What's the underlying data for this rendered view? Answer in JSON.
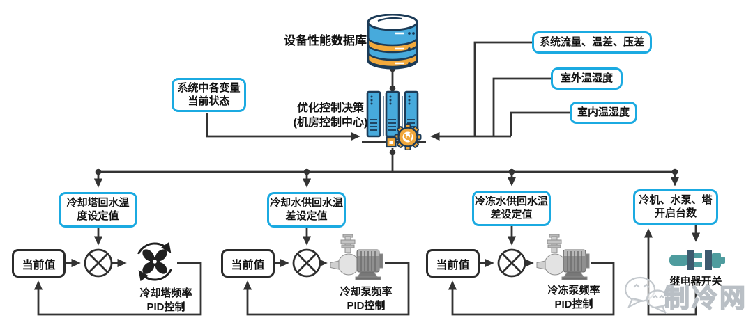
{
  "diagram": {
    "database": {
      "label": "设备性能数据库"
    },
    "control_center": {
      "line1": "优化控制决策",
      "line2": "(机房控制中心)"
    },
    "left_input": {
      "line1": "系统中各变量",
      "line2": "当前状态"
    },
    "right_inputs": [
      {
        "label": "系统流量、温差、压差"
      },
      {
        "label": "室外温湿度"
      },
      {
        "label": "室内温湿度"
      }
    ],
    "branches": [
      {
        "setpoint1": "冷却塔回水温",
        "setpoint2": "度设定值",
        "current": "当前值",
        "actuator": "fan",
        "control1": "冷却塔频率",
        "control2": "PID控制"
      },
      {
        "setpoint1": "冷却水供回水温",
        "setpoint2": "差设定值",
        "current": "当前值",
        "actuator": "pump",
        "control1": "冷却泵频率",
        "control2": "PID控制"
      },
      {
        "setpoint1": "冷冻水供回水温",
        "setpoint2": "差设定值",
        "current": "当前值",
        "actuator": "pump",
        "control1": "冷冻泵频率",
        "control2": "PID控制"
      },
      {
        "setpoint1": "冷机、水泵、塔",
        "setpoint2": "开启台数",
        "actuator": "relay-plug",
        "control1": "继电器开关"
      }
    ],
    "watermark": {
      "text": "制冷网"
    },
    "colors": {
      "box_border": "#1BAAE1",
      "line": "#333333",
      "db_blue": "#47AADC",
      "db_orange": "#F2A93B",
      "outline_navy": "#1C3B57",
      "gear_orange": "#F0A73C",
      "plug_teal": "#4E9C9E",
      "plug_slate": "#3D5A6E"
    }
  }
}
